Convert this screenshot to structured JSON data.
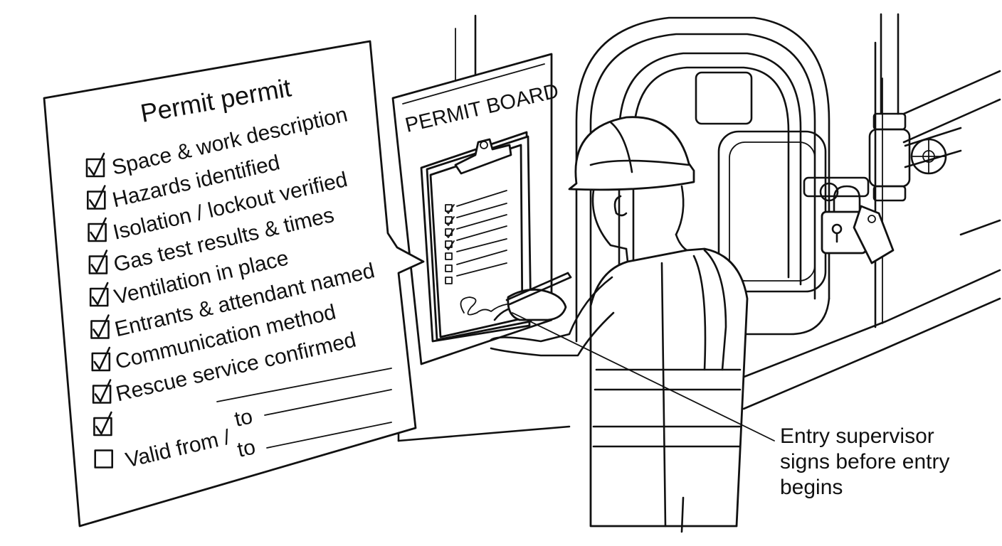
{
  "permit": {
    "title": "Permit permit",
    "items": [
      {
        "label": "Space & work description",
        "checked": true
      },
      {
        "label": "Hazards identified",
        "checked": true
      },
      {
        "label": "Isolation / lockout verified",
        "checked": true
      },
      {
        "label": "Gas test results & times",
        "checked": true
      },
      {
        "label": "Ventilation in place",
        "checked": true
      },
      {
        "label": "Entrants & attendant named",
        "checked": true
      },
      {
        "label": "Communication method",
        "checked": true
      },
      {
        "label": "Rescue service confirmed",
        "checked": true
      },
      {
        "label": "",
        "checked": true
      },
      {
        "label": "Valid from /",
        "checked": false
      }
    ],
    "to_label_1": "to",
    "to_label_2": "to"
  },
  "board": {
    "title": "PERMIT BOARD"
  },
  "callout": {
    "line1": "Entry supervisor",
    "line2": "signs before entry",
    "line3": "begins"
  }
}
